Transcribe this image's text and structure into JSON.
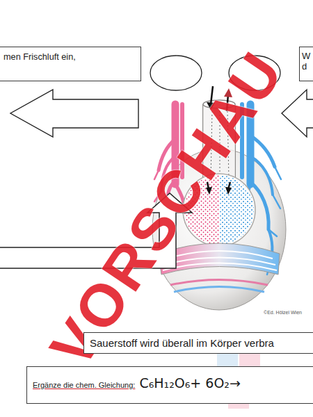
{
  "diagram": {
    "nodes": [
      {
        "text": [
          "men Frischluft ein,"
        ]
      },
      {
        "text": [
          "W d"
        ]
      },
      {
        "text": [
          "Sauerstoff wird überall im Körper verbra"
        ]
      },
      {
        "text": [
          "Ergänze die chem. Gleichung:",
          "C₆H₁₂O₆+ 6O₂→"
        ]
      }
    ],
    "labels": [
      "©Ed. Hölzel Wien",
      "VORSCHAU"
    ]
  }
}
